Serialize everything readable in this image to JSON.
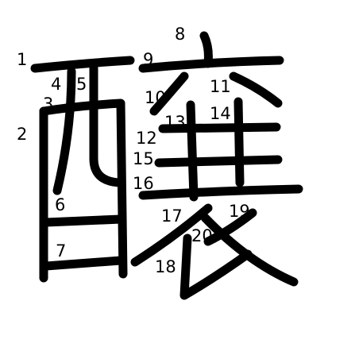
{
  "character": "醸",
  "colors": {
    "background": "#ffffff",
    "stroke": "#000000",
    "label": "#000000"
  },
  "strokes": [
    {
      "order": "1"
    },
    {
      "order": "2"
    },
    {
      "order": "3"
    },
    {
      "order": "4"
    },
    {
      "order": "5"
    },
    {
      "order": "6"
    },
    {
      "order": "7"
    },
    {
      "order": "8"
    },
    {
      "order": "9"
    },
    {
      "order": "10"
    },
    {
      "order": "11"
    },
    {
      "order": "12"
    },
    {
      "order": "13"
    },
    {
      "order": "14"
    },
    {
      "order": "15"
    },
    {
      "order": "16"
    },
    {
      "order": "17"
    },
    {
      "order": "18"
    },
    {
      "order": "19"
    },
    {
      "order": "20"
    }
  ]
}
